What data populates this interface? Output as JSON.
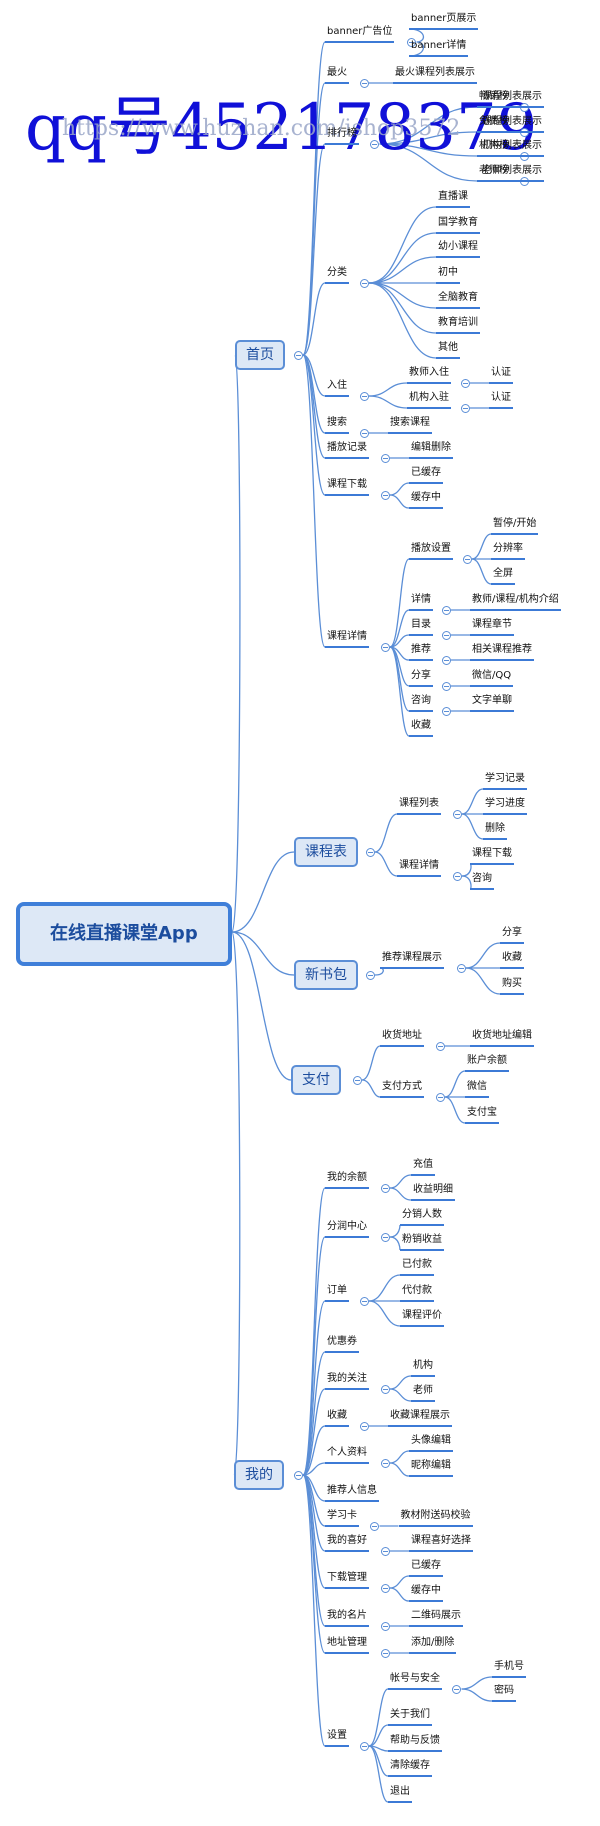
{
  "root": "在线直播课堂App",
  "colors": {
    "line": "#5b8ed6",
    "node_underline": "#3c7ad6",
    "category_fill": "#dde8f6",
    "category_text": "#1c4d9e",
    "watermark": "#1010d8"
  },
  "watermark": {
    "text": "qq号452178379",
    "url_text": "https://www.huzhan.com/ishop3572"
  },
  "tree": [
    {
      "label": "首页",
      "children": [
        {
          "label": "banner广告位",
          "children": [
            {
              "label": "banner页展示"
            },
            {
              "label": "banner详情"
            }
          ]
        },
        {
          "label": "最火",
          "children": [
            {
              "label": "最火课程列表展示"
            }
          ]
        },
        {
          "label": "排行榜",
          "children": [
            {
              "label": "畅销榜",
              "children": [
                {
                  "label": "课程列表展示"
                }
              ]
            },
            {
              "label": "免费榜",
              "children": [
                {
                  "label": "课程列表展示"
                }
              ]
            },
            {
              "label": "机构榜",
              "children": [
                {
                  "label": "机构列表展示"
                }
              ]
            },
            {
              "label": "老师榜",
              "children": [
                {
                  "label": "老师列表展示"
                }
              ]
            }
          ]
        },
        {
          "label": "分类",
          "children": [
            {
              "label": "直播课"
            },
            {
              "label": "国学教育"
            },
            {
              "label": "幼小课程"
            },
            {
              "label": "初中"
            },
            {
              "label": "全脑教育"
            },
            {
              "label": "教育培训"
            },
            {
              "label": "其他"
            }
          ]
        },
        {
          "label": "入住",
          "children": [
            {
              "label": "教师入住",
              "children": [
                {
                  "label": "认证"
                }
              ]
            },
            {
              "label": "机构入驻",
              "children": [
                {
                  "label": "认证"
                }
              ]
            }
          ]
        },
        {
          "label": "搜索",
          "children": [
            {
              "label": "搜索课程"
            }
          ]
        },
        {
          "label": "播放记录",
          "children": [
            {
              "label": "编辑删除"
            }
          ]
        },
        {
          "label": "课程下载",
          "children": [
            {
              "label": "已缓存"
            },
            {
              "label": "缓存中"
            }
          ]
        },
        {
          "label": "课程详情",
          "children": [
            {
              "label": "播放设置",
              "children": [
                {
                  "label": "暂停/开始"
                },
                {
                  "label": "分辨率"
                },
                {
                  "label": "全屏"
                }
              ]
            },
            {
              "label": "详情",
              "children": [
                {
                  "label": "教师/课程/机构介绍"
                }
              ]
            },
            {
              "label": "目录",
              "children": [
                {
                  "label": "课程章节"
                }
              ]
            },
            {
              "label": "推荐",
              "children": [
                {
                  "label": "相关课程推荐"
                }
              ]
            },
            {
              "label": "分享",
              "children": [
                {
                  "label": "微信/QQ"
                }
              ]
            },
            {
              "label": "咨询",
              "children": [
                {
                  "label": "文字单聊"
                }
              ]
            },
            {
              "label": "收藏"
            }
          ]
        }
      ]
    },
    {
      "label": "课程表",
      "children": [
        {
          "label": "课程列表",
          "children": [
            {
              "label": "学习记录"
            },
            {
              "label": "学习进度"
            },
            {
              "label": "删除"
            }
          ]
        },
        {
          "label": "课程详情",
          "children": [
            {
              "label": "课程下载"
            },
            {
              "label": "咨询"
            }
          ]
        }
      ]
    },
    {
      "label": "新书包",
      "children": [
        {
          "label": "推荐课程展示",
          "children": [
            {
              "label": "分享"
            },
            {
              "label": "收藏"
            },
            {
              "label": "购买"
            }
          ]
        }
      ]
    },
    {
      "label": "支付",
      "children": [
        {
          "label": "收货地址",
          "children": [
            {
              "label": "收货地址编辑"
            }
          ]
        },
        {
          "label": "支付方式",
          "children": [
            {
              "label": "账户余额"
            },
            {
              "label": "微信"
            },
            {
              "label": "支付宝"
            }
          ]
        }
      ]
    },
    {
      "label": "我的",
      "children": [
        {
          "label": "我的余额",
          "children": [
            {
              "label": "充值"
            },
            {
              "label": "收益明细"
            }
          ]
        },
        {
          "label": "分润中心",
          "children": [
            {
              "label": "分销人数"
            },
            {
              "label": "粉销收益"
            }
          ]
        },
        {
          "label": "订单",
          "children": [
            {
              "label": "已付款"
            },
            {
              "label": "代付款"
            },
            {
              "label": "课程评价"
            }
          ]
        },
        {
          "label": "优惠券"
        },
        {
          "label": "我的关注",
          "children": [
            {
              "label": "机构"
            },
            {
              "label": "老师"
            }
          ]
        },
        {
          "label": "收藏",
          "children": [
            {
              "label": "收藏课程展示"
            }
          ]
        },
        {
          "label": "个人资料",
          "children": [
            {
              "label": "头像编辑"
            },
            {
              "label": "昵称编辑"
            }
          ]
        },
        {
          "label": "推荐人信息"
        },
        {
          "label": "学习卡",
          "children": [
            {
              "label": "教材附送码校验"
            }
          ]
        },
        {
          "label": "我的喜好",
          "children": [
            {
              "label": "课程喜好选择"
            }
          ]
        },
        {
          "label": "下载管理",
          "children": [
            {
              "label": "已缓存"
            },
            {
              "label": "缓存中"
            }
          ]
        },
        {
          "label": "我的名片",
          "children": [
            {
              "label": "二维码展示"
            }
          ]
        },
        {
          "label": "地址管理",
          "children": [
            {
              "label": "添加/删除"
            }
          ]
        },
        {
          "label": "设置",
          "children": [
            {
              "label": "帐号与安全",
              "children": [
                {
                  "label": "手机号"
                },
                {
                  "label": "密码"
                }
              ]
            },
            {
              "label": "关于我们"
            },
            {
              "label": "帮助与反馈"
            },
            {
              "label": "清除缓存"
            },
            {
              "label": "退出"
            }
          ]
        }
      ]
    }
  ]
}
